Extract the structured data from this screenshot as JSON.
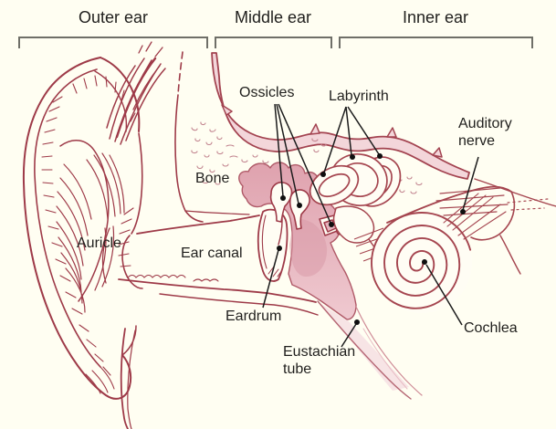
{
  "sections": {
    "outer": "Outer ear",
    "middle": "Middle ear",
    "inner": "Inner ear"
  },
  "parts": {
    "ossicles": "Ossicles",
    "labyrinth": "Labyrinth",
    "auditory_nerve": "Auditory\nnerve",
    "bone": "Bone",
    "auricle": "Auricle",
    "ear_canal": "Ear canal",
    "eardrum": "Eardrum",
    "eustachian_tube": "Eustachian\ntube",
    "cochlea": "Cochlea"
  },
  "colors": {
    "background": "#fffef2",
    "drawing_line": "#9e3a48",
    "pink_band": "#f3d6da",
    "pink_cavity": "#e2a9b4",
    "pink_pale": "#f6dfe3",
    "stipple": "#c2848f",
    "label_text": "#201f1d",
    "leader_line": "#1c1c1c",
    "bracket": "#6f6f68"
  }
}
